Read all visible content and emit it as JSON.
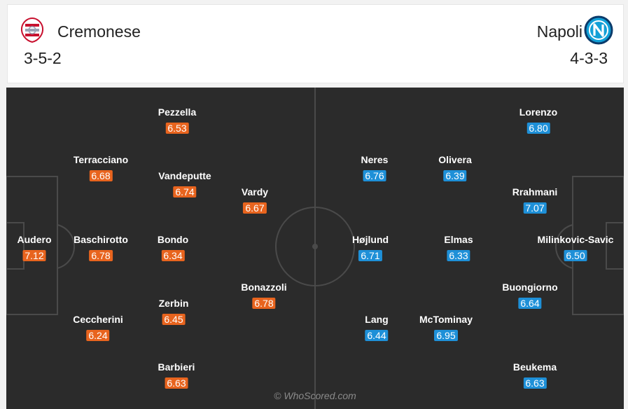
{
  "home": {
    "name": "Cremonese",
    "formation": "3-5-2",
    "color": "#e8641e",
    "crest_icon": "cremonese-crest-icon",
    "players": [
      {
        "name": "Audero",
        "rating": "7.12"
      },
      {
        "name": "Terracciano",
        "rating": "6.68"
      },
      {
        "name": "Baschirotto",
        "rating": "6.78"
      },
      {
        "name": "Ceccherini",
        "rating": "6.24"
      },
      {
        "name": "Pezzella",
        "rating": "6.53"
      },
      {
        "name": "Vandeputte",
        "rating": "6.74"
      },
      {
        "name": "Bondo",
        "rating": "6.34"
      },
      {
        "name": "Zerbin",
        "rating": "6.45"
      },
      {
        "name": "Barbieri",
        "rating": "6.63"
      },
      {
        "name": "Vardy",
        "rating": "6.67"
      },
      {
        "name": "Bonazzoli",
        "rating": "6.78"
      }
    ]
  },
  "away": {
    "name": "Napoli",
    "formation": "4-3-3",
    "color": "#1e90d8",
    "crest_icon": "napoli-crest-icon",
    "players": [
      {
        "name": "Lorenzo",
        "rating": "6.80"
      },
      {
        "name": "Rrahmani",
        "rating": "7.07"
      },
      {
        "name": "Milinkovic-Savic",
        "rating": "6.50"
      },
      {
        "name": "Buongiorno",
        "rating": "6.64"
      },
      {
        "name": "Beukema",
        "rating": "6.63"
      },
      {
        "name": "Olivera",
        "rating": "6.39"
      },
      {
        "name": "Elmas",
        "rating": "6.33"
      },
      {
        "name": "McTominay",
        "rating": "6.95"
      },
      {
        "name": "Neres",
        "rating": "6.76"
      },
      {
        "name": "Højlund",
        "rating": "6.71"
      },
      {
        "name": "Lang",
        "rating": "6.44"
      }
    ]
  },
  "watermark": "© WhoScored.com"
}
